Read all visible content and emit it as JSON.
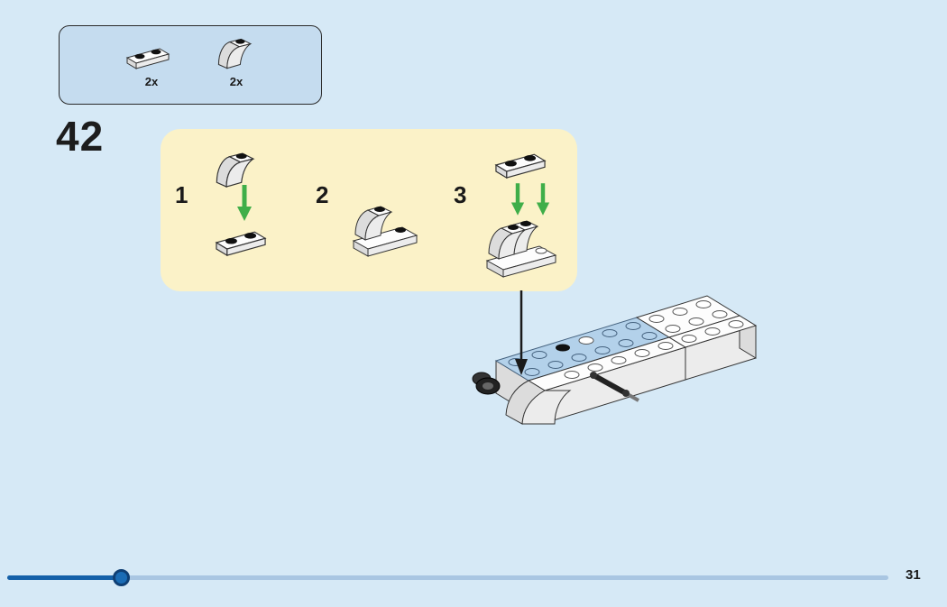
{
  "page": {
    "background_color": "#d6e9f6",
    "step_number": "42",
    "page_number": "31"
  },
  "parts_box": {
    "parts": [
      {
        "name": "plate-1x2-white",
        "count": "2x"
      },
      {
        "name": "slope-curved-1x2-white",
        "count": "2x"
      }
    ]
  },
  "instruction_panel": {
    "background_color": "#fbf2c8",
    "arrow_color": "#3fae49",
    "substeps": [
      {
        "number": "1",
        "action": "attach curved slope onto 1x2 plate"
      },
      {
        "number": "2",
        "action": "assembled curved slope unit"
      },
      {
        "number": "3",
        "action": "attach 1x2 plate onto paired curved slopes"
      }
    ]
  },
  "model": {
    "description": "partially built model with blue top plate, white bricks and curved nose",
    "plate_color": "#b3d1ea",
    "brick_color": "#ffffff"
  },
  "progress_bar": {
    "value_percent": 13,
    "track_color": "#a9c6e2",
    "fill_color": "#1460a8",
    "knob_color": "#1b6cb5"
  }
}
